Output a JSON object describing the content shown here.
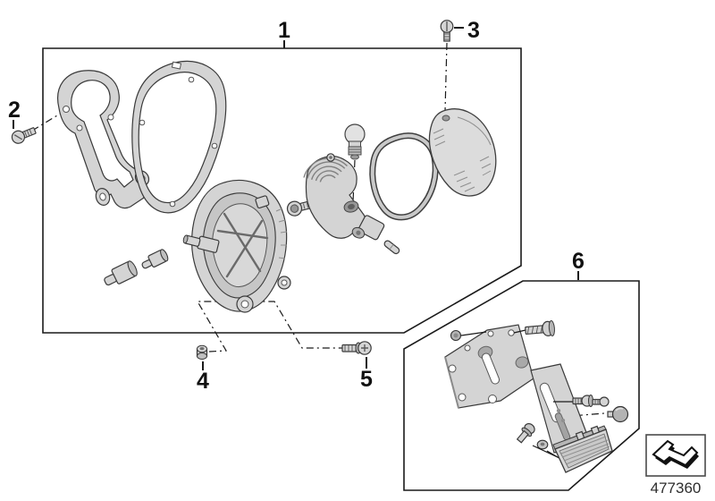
{
  "diagram": {
    "type": "exploded-parts-diagram",
    "callouts": [
      {
        "id": "1",
        "label": "1"
      },
      {
        "id": "2",
        "label": "2"
      },
      {
        "id": "3",
        "label": "3"
      },
      {
        "id": "4",
        "label": "4"
      },
      {
        "id": "5",
        "label": "5"
      },
      {
        "id": "6",
        "label": "6"
      }
    ],
    "footer": {
      "part_number": "477360",
      "legend_icon": "direction-arrow"
    },
    "colors": {
      "background": "#ffffff",
      "line": "#1a1a1a",
      "part_fill": "#d4d4d4"
    }
  }
}
